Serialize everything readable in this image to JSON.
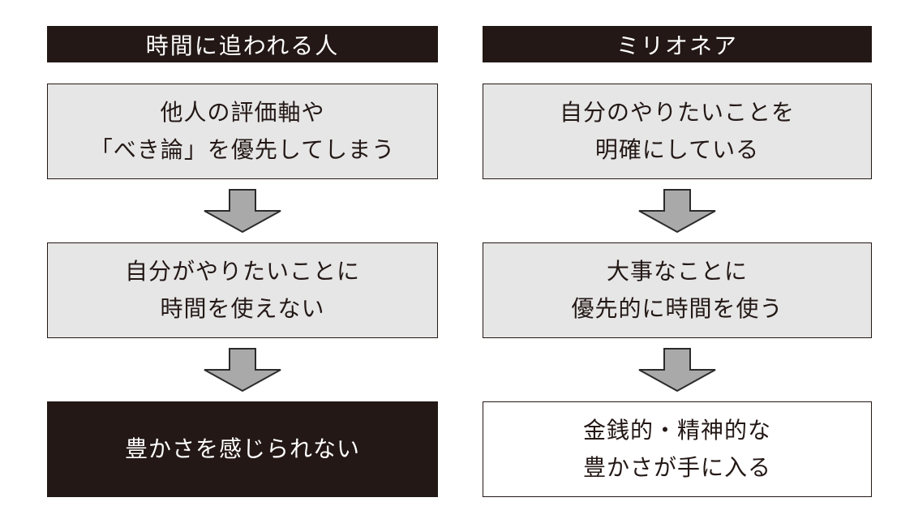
{
  "colors": {
    "black_box": "#231815",
    "gray_box": "#e6e6e6",
    "white_box": "#ffffff",
    "box_border": "#231815",
    "arrow_fill": "#a9a9a9",
    "arrow_stroke": "#2b2b2b",
    "header_text": "#ffffff",
    "body_text": "#231815",
    "page_bg": "#ffffff"
  },
  "icons": {
    "flow_arrow": "down-arrow"
  },
  "columns": [
    {
      "id": "time-pressed-person",
      "header": "時間に追われる人",
      "steps": [
        {
          "style": "gray",
          "lines": [
            "他人の評価軸や",
            "「べき論」を優先してしまう"
          ]
        },
        {
          "style": "gray",
          "lines": [
            "自分がやりたいことに",
            "時間を使えない"
          ]
        },
        {
          "style": "black",
          "lines": [
            "豊かさを感じられない"
          ]
        }
      ]
    },
    {
      "id": "millionaire",
      "header": "ミリオネア",
      "steps": [
        {
          "style": "gray",
          "lines": [
            "自分のやりたいことを",
            "明確にしている"
          ]
        },
        {
          "style": "gray",
          "lines": [
            "大事なことに",
            "優先的に時間を使う"
          ]
        },
        {
          "style": "white",
          "lines": [
            "金銭的・精神的な",
            "豊かさが手に入る"
          ]
        }
      ]
    }
  ]
}
